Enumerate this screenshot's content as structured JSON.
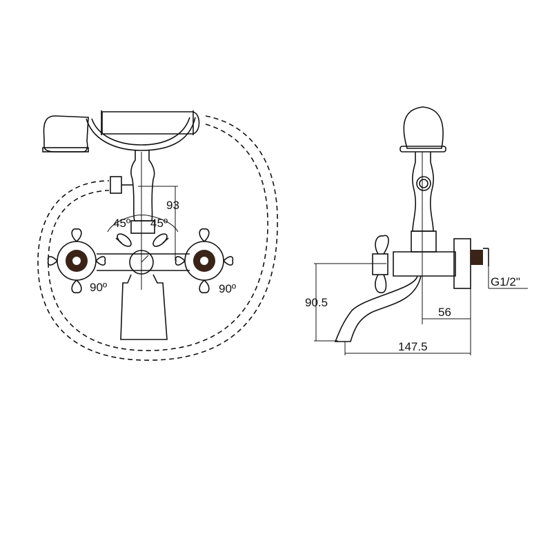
{
  "front_view": {
    "dimensions": {
      "height_handset": "93",
      "angle_left": "45º",
      "angle_right": "45º",
      "rotation_left": "90º",
      "rotation_right": "90º"
    }
  },
  "side_view": {
    "dimensions": {
      "spout_height": "90.5",
      "axis_to_wall": "56",
      "spout_reach": "147.5",
      "thread": "G1/2\""
    }
  },
  "colors": {
    "line": "#111111",
    "background": "#ffffff"
  }
}
